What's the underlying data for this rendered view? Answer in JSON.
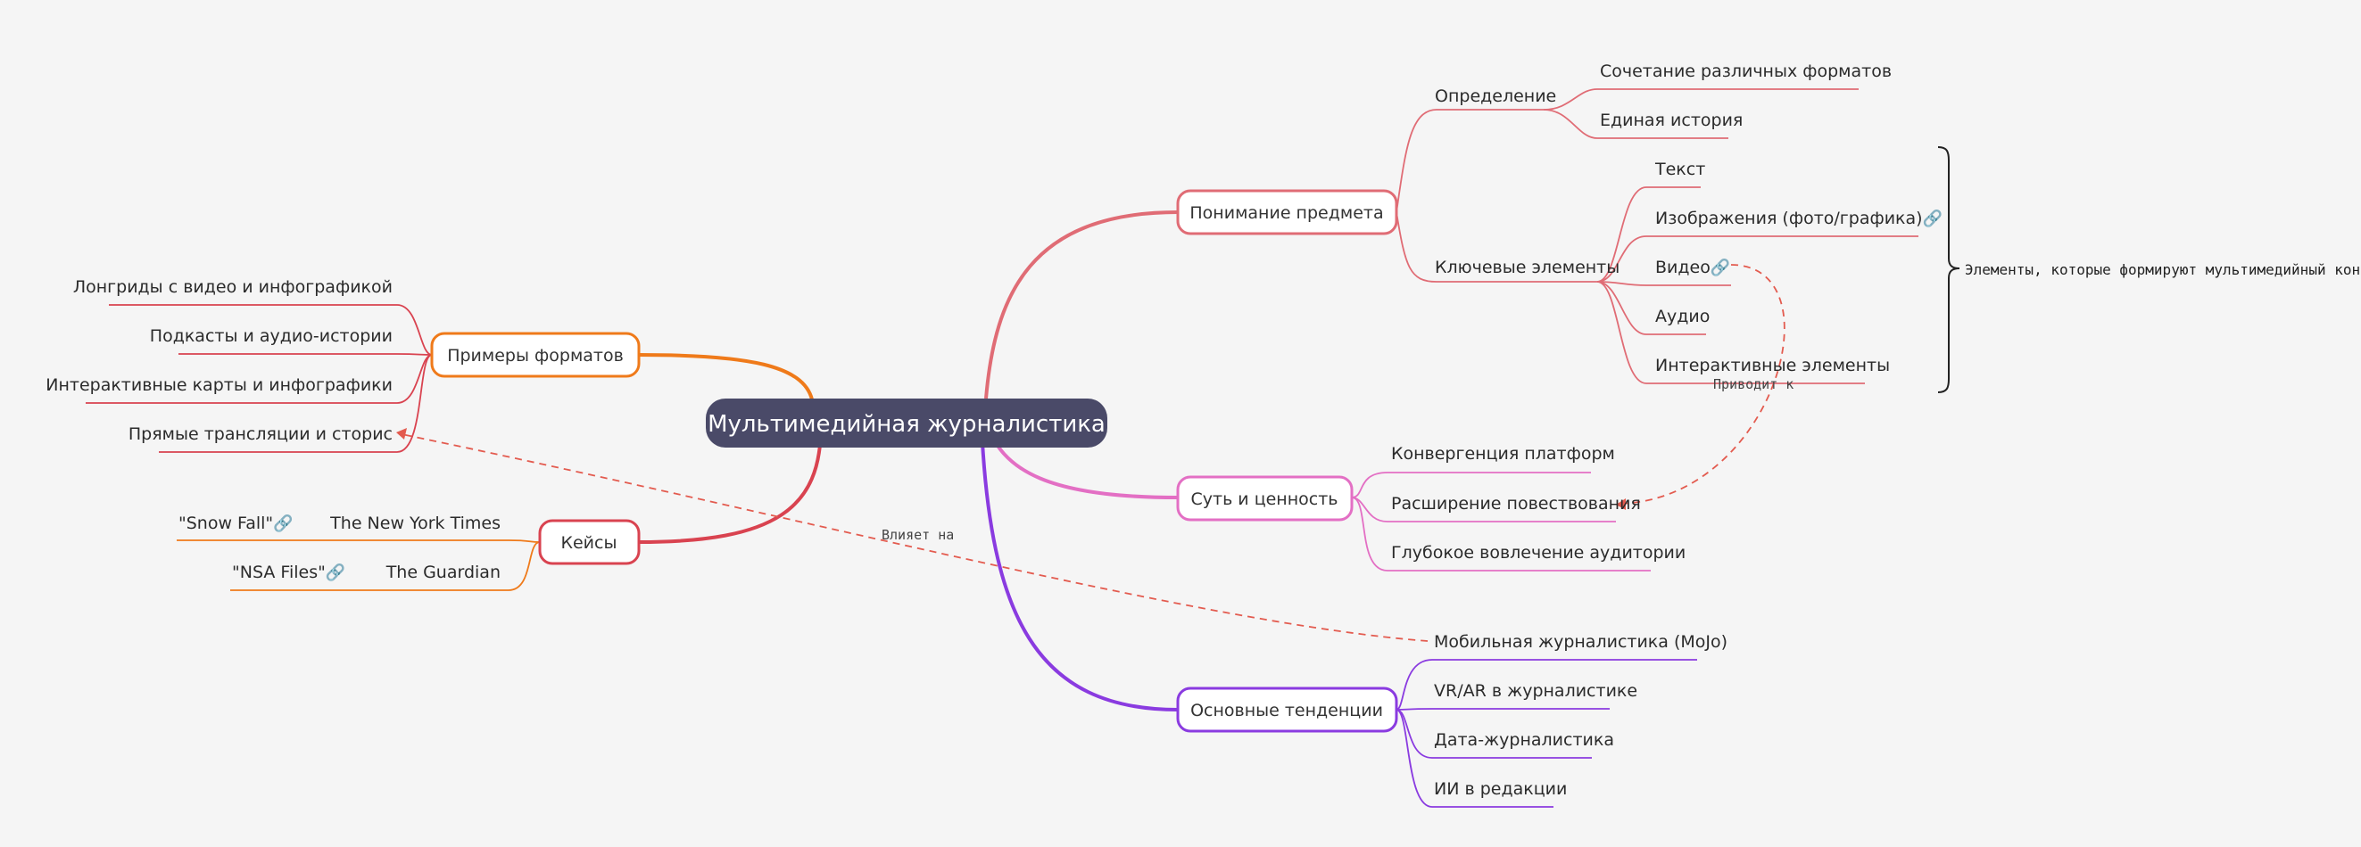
{
  "colors": {
    "background": "#f5f5f5",
    "root": "#4a4a68",
    "understanding": "#e06c75",
    "essence": "#e36fc4",
    "trends": "#8a3be0",
    "formats": "#ef7a1a",
    "cases": "#d94350",
    "cases_sub": "#ef7a1a",
    "relationship": "#e35b4f"
  },
  "root": {
    "label": "Мультимедийная журналистика"
  },
  "branches": {
    "understanding": {
      "label": "Понимание предмета",
      "definition": {
        "label": "Определение",
        "items": [
          "Сочетание различных форматов",
          "Единая история"
        ]
      },
      "key_elements": {
        "label": "Ключевые элементы",
        "items": [
          "Текст",
          "Изображения (фото/графика)",
          "Видео",
          "Аудио",
          "Интерактивные элементы"
        ]
      }
    },
    "essence": {
      "label": "Суть и ценность",
      "items": [
        "Конвергенция платформ",
        "Расширение повествования",
        "Глубокое вовлечение аудитории"
      ]
    },
    "trends": {
      "label": "Основные тенденции",
      "items": [
        "Мобильная журналистика (MoJo)",
        "VR/AR в журналистике",
        "Дата-журналистика",
        "ИИ в редакции"
      ]
    },
    "formats": {
      "label": "Примеры форматов",
      "items": [
        "Лонгриды с видео и инфографикой",
        "Подкасты и аудио-истории",
        "Интерактивные карты и инфографики",
        "Прямые трансляции и сторис"
      ]
    },
    "cases": {
      "label": "Кейсы",
      "items": [
        {
          "outlet": "The New York Times",
          "project": "\"Snow Fall\""
        },
        {
          "outlet": "The Guardian",
          "project": "\"NSA Files\""
        }
      ]
    }
  },
  "summary": {
    "label": "Элементы, которые формируют мультимедийный конт"
  },
  "relationships": {
    "video_to_storytelling": "Приводит к",
    "mojo_to_live": "Влияет на"
  },
  "icons": {
    "link": "link-icon"
  }
}
